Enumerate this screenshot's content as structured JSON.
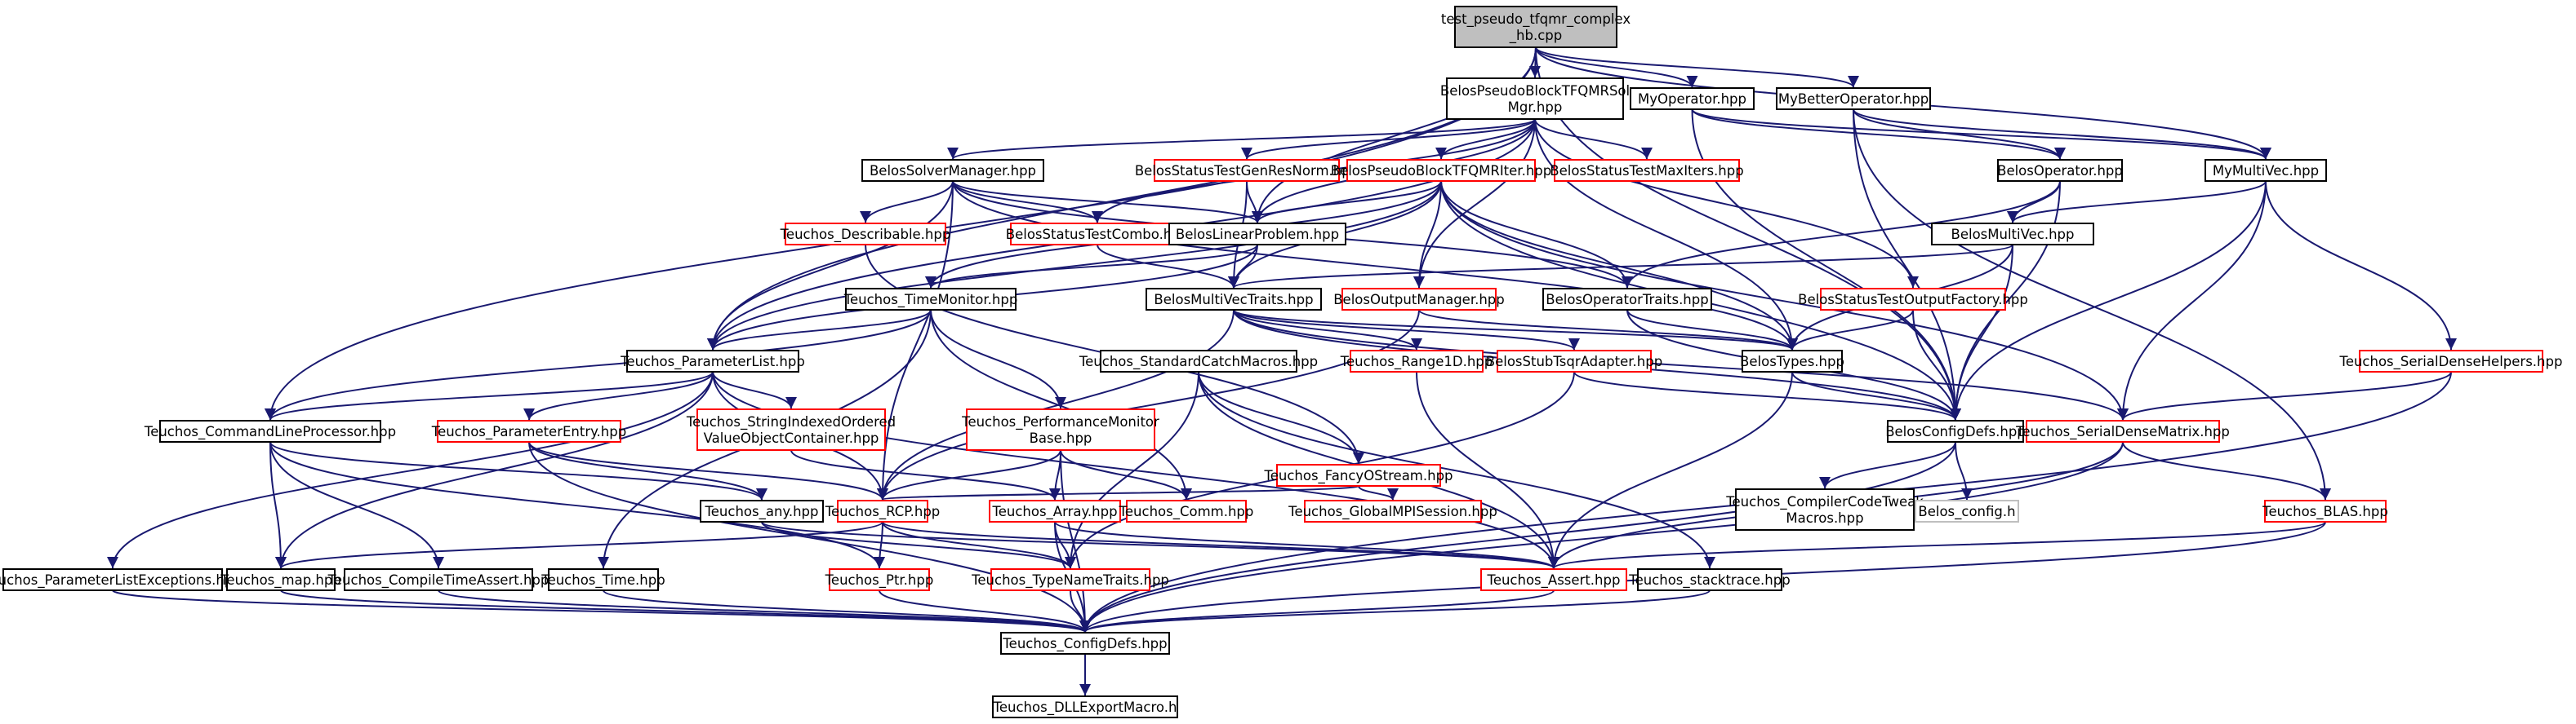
{
  "colors": {
    "root_fill": "#bfbfbf",
    "node_fill": "#ffffff",
    "border_documented": "#000000",
    "border_undocumented": "#ff0000",
    "border_external": "#bfbfbf",
    "edge": "#191970"
  },
  "nodes": [
    {
      "id": "root",
      "lines": [
        "test_pseudo_tfqmr_complex",
        "_hb.cpp"
      ],
      "kind": "root"
    },
    {
      "id": "bpsm",
      "lines": [
        "BelosPseudoBlockTFQMRSol",
        "Mgr.hpp"
      ],
      "kind": "doc"
    },
    {
      "id": "myop",
      "lines": [
        "MyOperator.hpp"
      ],
      "kind": "doc"
    },
    {
      "id": "mybetter",
      "lines": [
        "MyBetterOperator.hpp"
      ],
      "kind": "doc"
    },
    {
      "id": "bsm",
      "lines": [
        "BelosSolverManager.hpp"
      ],
      "kind": "doc"
    },
    {
      "id": "bstgrn",
      "lines": [
        "BelosStatusTestGenResNorm.hpp"
      ],
      "kind": "undoc"
    },
    {
      "id": "bpsi",
      "lines": [
        "BelosPseudoBlockTFQMRIter.hpp"
      ],
      "kind": "undoc"
    },
    {
      "id": "bstmi",
      "lines": [
        "BelosStatusTestMaxIters.hpp"
      ],
      "kind": "undoc"
    },
    {
      "id": "belosop",
      "lines": [
        "BelosOperator.hpp"
      ],
      "kind": "doc"
    },
    {
      "id": "mymv",
      "lines": [
        "MyMultiVec.hpp"
      ],
      "kind": "doc"
    },
    {
      "id": "tdesc",
      "lines": [
        "Teuchos_Describable.hpp"
      ],
      "kind": "undoc"
    },
    {
      "id": "bstc",
      "lines": [
        "BelosStatusTestCombo.hpp"
      ],
      "kind": "undoc"
    },
    {
      "id": "blp",
      "lines": [
        "BelosLinearProblem.hpp"
      ],
      "kind": "doc"
    },
    {
      "id": "belosmv",
      "lines": [
        "BelosMultiVec.hpp"
      ],
      "kind": "doc"
    },
    {
      "id": "ttm",
      "lines": [
        "Teuchos_TimeMonitor.hpp"
      ],
      "kind": "doc"
    },
    {
      "id": "bmvt",
      "lines": [
        "BelosMultiVecTraits.hpp"
      ],
      "kind": "doc"
    },
    {
      "id": "bom",
      "lines": [
        "BelosOutputManager.hpp"
      ],
      "kind": "undoc"
    },
    {
      "id": "bot",
      "lines": [
        "BelosOperatorTraits.hpp"
      ],
      "kind": "doc"
    },
    {
      "id": "bstof",
      "lines": [
        "BelosStatusTestOutputFactory.hpp"
      ],
      "kind": "undoc"
    },
    {
      "id": "tpl",
      "lines": [
        "Teuchos_ParameterList.hpp"
      ],
      "kind": "doc"
    },
    {
      "id": "tscm",
      "lines": [
        "Teuchos_StandardCatchMacros.hpp"
      ],
      "kind": "doc"
    },
    {
      "id": "tr1d",
      "lines": [
        "Teuchos_Range1D.hpp"
      ],
      "kind": "undoc"
    },
    {
      "id": "bsta",
      "lines": [
        "BelosStubTsqrAdapter.hpp"
      ],
      "kind": "undoc"
    },
    {
      "id": "btypes",
      "lines": [
        "BelosTypes.hpp"
      ],
      "kind": "doc"
    },
    {
      "id": "tsdh",
      "lines": [
        "Teuchos_SerialDenseHelpers.hpp"
      ],
      "kind": "undoc"
    },
    {
      "id": "tsiovoc",
      "lines": [
        "Teuchos_StringIndexedOrdered",
        "ValueObjectContainer.hpp"
      ],
      "kind": "undoc"
    },
    {
      "id": "tpmb",
      "lines": [
        "Teuchos_PerformanceMonitor",
        "Base.hpp"
      ],
      "kind": "undoc"
    },
    {
      "id": "tclp",
      "lines": [
        "Teuchos_CommandLineProcessor.hpp"
      ],
      "kind": "doc"
    },
    {
      "id": "tpe",
      "lines": [
        "Teuchos_ParameterEntry.hpp"
      ],
      "kind": "undoc"
    },
    {
      "id": "tfos",
      "lines": [
        "Teuchos_FancyOStream.hpp"
      ],
      "kind": "undoc"
    },
    {
      "id": "bcd",
      "lines": [
        "BelosConfigDefs.hpp"
      ],
      "kind": "doc"
    },
    {
      "id": "tsdm",
      "lines": [
        "Teuchos_SerialDenseMatrix.hpp"
      ],
      "kind": "undoc"
    },
    {
      "id": "tany",
      "lines": [
        "Teuchos_any.hpp"
      ],
      "kind": "doc"
    },
    {
      "id": "trcp",
      "lines": [
        "Teuchos_RCP.hpp"
      ],
      "kind": "undoc"
    },
    {
      "id": "tarray",
      "lines": [
        "Teuchos_Array.hpp"
      ],
      "kind": "undoc"
    },
    {
      "id": "tcomm",
      "lines": [
        "Teuchos_Comm.hpp"
      ],
      "kind": "undoc"
    },
    {
      "id": "tgmpi",
      "lines": [
        "Teuchos_GlobalMPISession.hpp"
      ],
      "kind": "undoc"
    },
    {
      "id": "tcct",
      "lines": [
        "Teuchos_CompilerCodeTweak",
        "Macros.hpp"
      ],
      "kind": "doc"
    },
    {
      "id": "bconfig",
      "lines": [
        "Belos_config.h"
      ],
      "kind": "ext"
    },
    {
      "id": "tblas",
      "lines": [
        "Teuchos_BLAS.hpp"
      ],
      "kind": "undoc"
    },
    {
      "id": "tple",
      "lines": [
        "Teuchos_ParameterListExceptions.hpp"
      ],
      "kind": "doc"
    },
    {
      "id": "tmap",
      "lines": [
        "Teuchos_map.hpp"
      ],
      "kind": "doc"
    },
    {
      "id": "tcta",
      "lines": [
        "Teuchos_CompileTimeAssert.hpp"
      ],
      "kind": "doc"
    },
    {
      "id": "ttime",
      "lines": [
        "Teuchos_Time.hpp"
      ],
      "kind": "doc"
    },
    {
      "id": "tptr",
      "lines": [
        "Teuchos_Ptr.hpp"
      ],
      "kind": "undoc"
    },
    {
      "id": "ttnt",
      "lines": [
        "Teuchos_TypeNameTraits.hpp"
      ],
      "kind": "undoc"
    },
    {
      "id": "tassert",
      "lines": [
        "Teuchos_Assert.hpp"
      ],
      "kind": "undoc"
    },
    {
      "id": "tst",
      "lines": [
        "Teuchos_stacktrace.hpp"
      ],
      "kind": "doc"
    },
    {
      "id": "tconfig",
      "lines": [
        "Teuchos_ConfigDefs.hpp"
      ],
      "kind": "doc"
    },
    {
      "id": "tdll",
      "lines": [
        "Teuchos_DLLExportMacro.h"
      ],
      "kind": "doc"
    }
  ],
  "edges": [
    [
      "root",
      "bpsm"
    ],
    [
      "root",
      "myop"
    ],
    [
      "root",
      "mybetter"
    ],
    [
      "root",
      "mymv"
    ],
    [
      "root",
      "blp"
    ],
    [
      "root",
      "tpl"
    ],
    [
      "root",
      "tclp"
    ],
    [
      "root",
      "bcd"
    ],
    [
      "bpsm",
      "bsm"
    ],
    [
      "bpsm",
      "bstgrn"
    ],
    [
      "bpsm",
      "bpsi"
    ],
    [
      "bpsm",
      "bstmi"
    ],
    [
      "bpsm",
      "bstc"
    ],
    [
      "bpsm",
      "blp"
    ],
    [
      "bpsm",
      "bom"
    ],
    [
      "bpsm",
      "bstof"
    ],
    [
      "bpsm",
      "btypes"
    ],
    [
      "bpsm",
      "tpl"
    ],
    [
      "myop",
      "belosop"
    ],
    [
      "myop",
      "mymv"
    ],
    [
      "myop",
      "bcd"
    ],
    [
      "mybetter",
      "belosop"
    ],
    [
      "mybetter",
      "mymv"
    ],
    [
      "mybetter",
      "bcd"
    ],
    [
      "mybetter",
      "tblas"
    ],
    [
      "bsm",
      "tdesc"
    ],
    [
      "bsm",
      "bstc"
    ],
    [
      "bsm",
      "blp"
    ],
    [
      "bsm",
      "tpl"
    ],
    [
      "bsm",
      "btypes"
    ],
    [
      "bsm",
      "trcp"
    ],
    [
      "bsm",
      "bot"
    ],
    [
      "bstgrn",
      "blp"
    ],
    [
      "bstgrn",
      "bmvt"
    ],
    [
      "bpsi",
      "blp"
    ],
    [
      "bpsi",
      "bmvt"
    ],
    [
      "bpsi",
      "bom"
    ],
    [
      "bpsi",
      "bot"
    ],
    [
      "bpsi",
      "btypes"
    ],
    [
      "bpsi",
      "bcd"
    ],
    [
      "bpsi",
      "tpl"
    ],
    [
      "bpsi",
      "ttm"
    ],
    [
      "bpsi",
      "tsdm"
    ],
    [
      "belosop",
      "belosmv"
    ],
    [
      "belosop",
      "bcd"
    ],
    [
      "belosop",
      "bot"
    ],
    [
      "mymv",
      "belosmv"
    ],
    [
      "mymv",
      "bcd"
    ],
    [
      "mymv",
      "tsdh"
    ],
    [
      "mymv",
      "tsdm"
    ],
    [
      "tdesc",
      "tfos"
    ],
    [
      "bstc",
      "bmvt"
    ],
    [
      "blp",
      "bmvt"
    ],
    [
      "blp",
      "ttm"
    ],
    [
      "blp",
      "tpl"
    ],
    [
      "belosmv",
      "bmvt"
    ],
    [
      "belosmv",
      "btypes"
    ],
    [
      "belosmv",
      "bcd"
    ],
    [
      "ttm",
      "tpl"
    ],
    [
      "ttm",
      "tpmb"
    ],
    [
      "ttm",
      "tcomm"
    ],
    [
      "ttm",
      "ttime"
    ],
    [
      "ttm",
      "tclp"
    ],
    [
      "bmvt",
      "bcd"
    ],
    [
      "bmvt",
      "tr1d"
    ],
    [
      "bmvt",
      "bsta"
    ],
    [
      "bmvt",
      "btypes"
    ],
    [
      "bmvt",
      "trcp"
    ],
    [
      "bmvt",
      "tsdm"
    ],
    [
      "bom",
      "btypes"
    ],
    [
      "bom",
      "trcp"
    ],
    [
      "bot",
      "btypes"
    ],
    [
      "bot",
      "bcd"
    ],
    [
      "bstof",
      "btypes"
    ],
    [
      "bstof",
      "bcd"
    ],
    [
      "tpl",
      "tsiovoc"
    ],
    [
      "tpl",
      "tpe"
    ],
    [
      "tpl",
      "trcp"
    ],
    [
      "tpl",
      "tple"
    ],
    [
      "tpl",
      "tmap"
    ],
    [
      "tpl",
      "tassert"
    ],
    [
      "tpl",
      "tclp"
    ],
    [
      "tscm",
      "tfos"
    ],
    [
      "tscm",
      "tassert"
    ],
    [
      "tscm",
      "tst"
    ],
    [
      "tscm",
      "ttnt"
    ],
    [
      "tr1d",
      "tassert"
    ],
    [
      "bsta",
      "bcd"
    ],
    [
      "bsta",
      "ttnt"
    ],
    [
      "btypes",
      "bcd"
    ],
    [
      "btypes",
      "tassert"
    ],
    [
      "tsdh",
      "tsdm"
    ],
    [
      "tsdh",
      "tconfig"
    ],
    [
      "tsiovoc",
      "tarray"
    ],
    [
      "tpmb",
      "tarray"
    ],
    [
      "tpmb",
      "tcomm"
    ],
    [
      "tpmb",
      "trcp"
    ],
    [
      "tpmb",
      "tconfig"
    ],
    [
      "tclp",
      "tany"
    ],
    [
      "tclp",
      "tmap"
    ],
    [
      "tclp",
      "tcta"
    ],
    [
      "tclp",
      "tptr"
    ],
    [
      "tpe",
      "tany"
    ],
    [
      "tpe",
      "trcp"
    ],
    [
      "tpe",
      "tconfig"
    ],
    [
      "tfos",
      "tgmpi"
    ],
    [
      "tfos",
      "trcp"
    ],
    [
      "bcd",
      "tcct"
    ],
    [
      "bcd",
      "bconfig"
    ],
    [
      "bcd",
      "tconfig"
    ],
    [
      "tsdm",
      "tblas"
    ],
    [
      "tsdm",
      "tassert"
    ],
    [
      "tsdm",
      "tconfig"
    ],
    [
      "tany",
      "tassert"
    ],
    [
      "tany",
      "ttnt"
    ],
    [
      "trcp",
      "tptr"
    ],
    [
      "trcp",
      "ttnt"
    ],
    [
      "trcp",
      "tassert"
    ],
    [
      "trcp",
      "tmap"
    ],
    [
      "tarray",
      "ttnt"
    ],
    [
      "tarray",
      "tassert"
    ],
    [
      "tarray",
      "tconfig"
    ],
    [
      "tblas",
      "tassert"
    ],
    [
      "tblas",
      "tconfig"
    ],
    [
      "tple",
      "tconfig"
    ],
    [
      "tmap",
      "tconfig"
    ],
    [
      "tcta",
      "tconfig"
    ],
    [
      "ttime",
      "tconfig"
    ],
    [
      "tptr",
      "tconfig"
    ],
    [
      "ttnt",
      "tconfig"
    ],
    [
      "tassert",
      "tconfig"
    ],
    [
      "tst",
      "tconfig"
    ],
    [
      "tconfig",
      "tdll"
    ]
  ]
}
